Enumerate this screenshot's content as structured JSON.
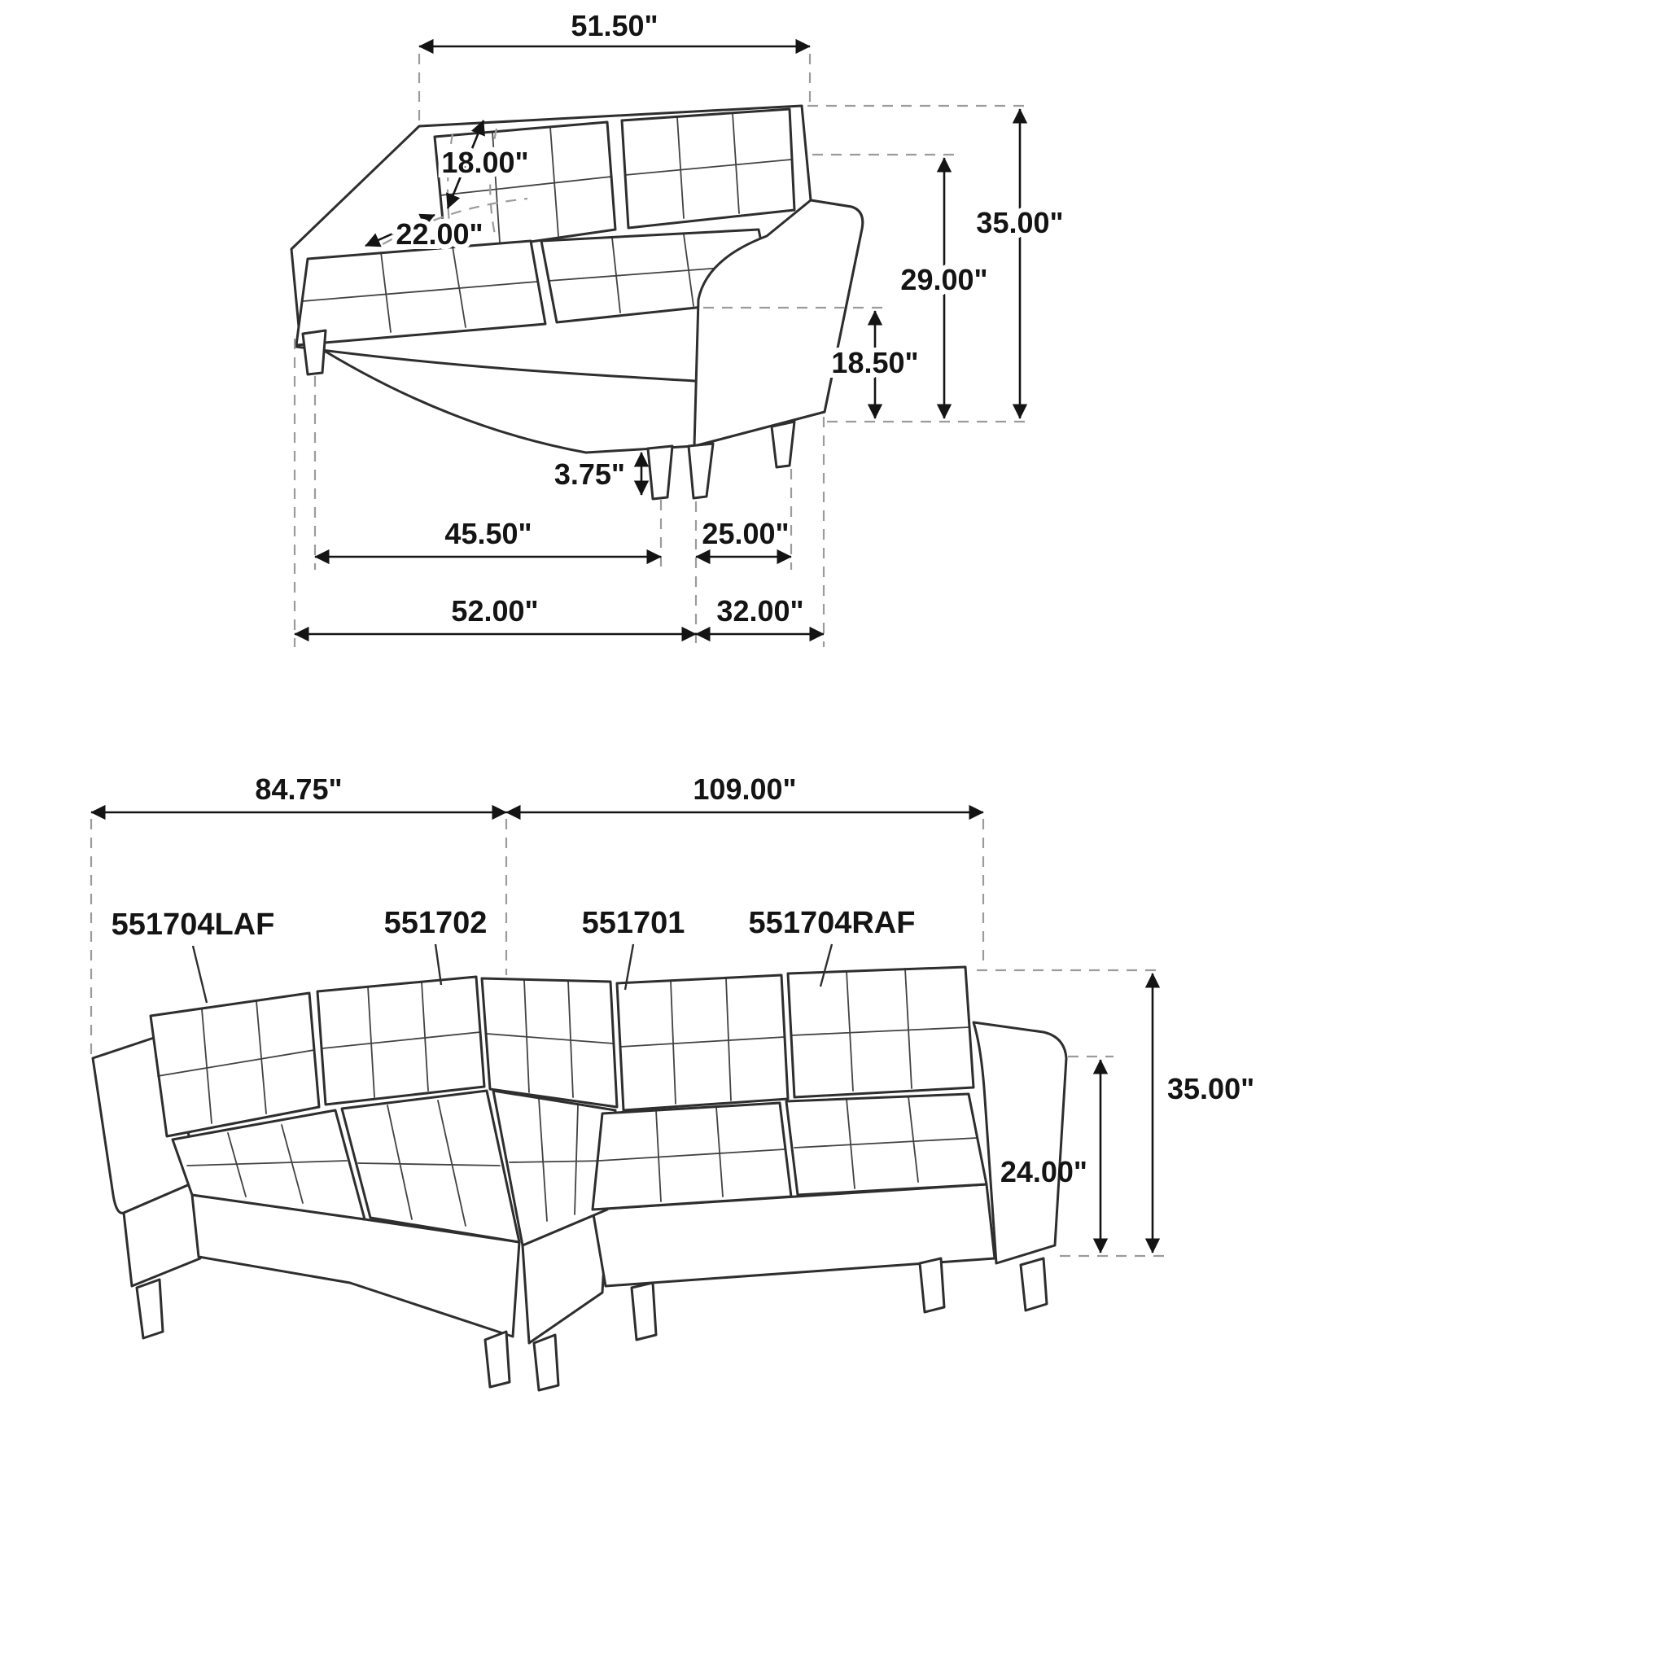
{
  "page": {
    "background": "#ffffff",
    "ink_color": "#141414",
    "sketch_color": "#2e2e2e",
    "dash_color": "#9b9b9b"
  },
  "loveseat_view": {
    "dims": {
      "back_width": "51.50\"",
      "back_cushion_thickness": "18.00\"",
      "seat_depth": "22.00\"",
      "overall_height": "35.00\"",
      "back_height": "29.00\"",
      "seat_height": "18.50\"",
      "leg_height": "3.75\"",
      "seat_width": "45.50\"",
      "arm_width": "25.00\"",
      "overall_width": "52.00\"",
      "overall_depth": "32.00\""
    }
  },
  "sectional_view": {
    "left_section_width": "84.75\"",
    "right_section_width": "109.00\"",
    "part_labels": [
      "551704LAF",
      "551702",
      "551701",
      "551704RAF"
    ],
    "overall_height": "35.00\"",
    "arm_height": "24.00\""
  }
}
